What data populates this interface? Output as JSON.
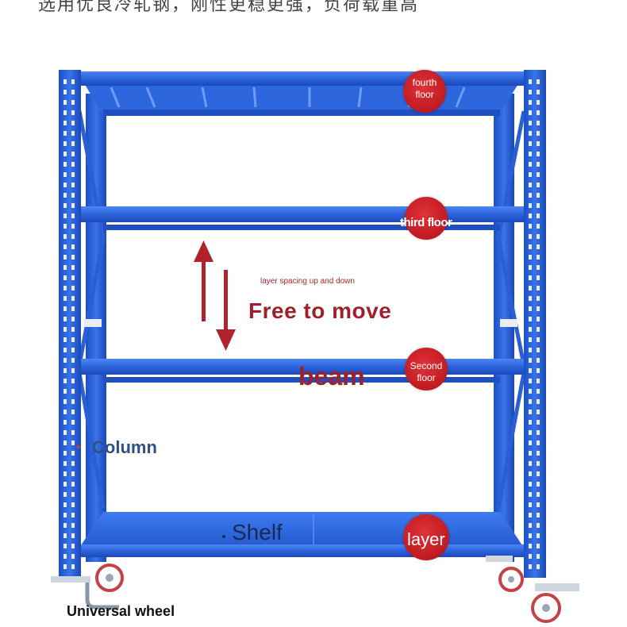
{
  "headline": "选用优良冷轧钢，刚性更稳更强，负荷载重高",
  "callouts": {
    "fourth_floor": [
      "fourth",
      "floor"
    ],
    "third_floor": "third floor",
    "second_floor": [
      "Second",
      "floor"
    ],
    "layer": "layer",
    "beam": "beam",
    "column": "Column",
    "shelf": "Shelf",
    "free_to_move": "Free to move",
    "layer_spacing": "layer spacing up and down",
    "universal_wheel": "Universal wheel"
  },
  "colors": {
    "rack_blue": "#2f67e0",
    "rack_dark": "#1e4fc2",
    "badge_red": "#c01b22",
    "arrow_red": "#b0232b"
  }
}
